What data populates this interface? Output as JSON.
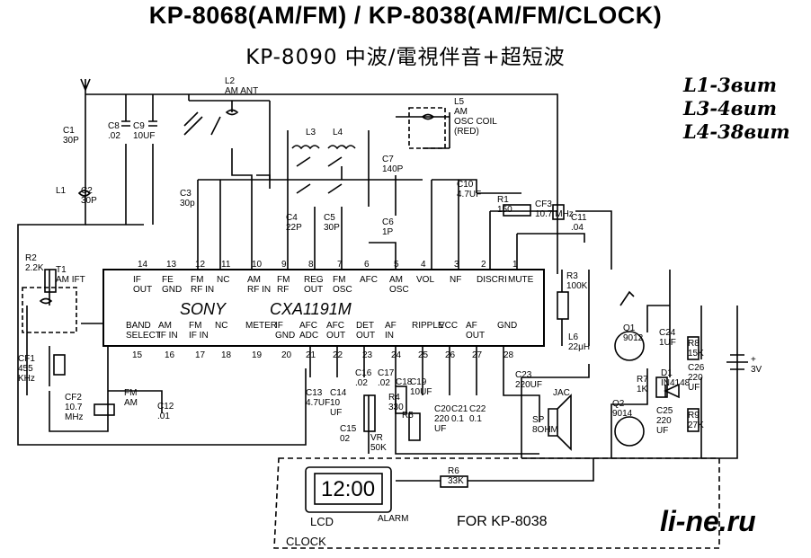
{
  "title_line1": "KP-8068(AM/FM) / KP-8038(AM/FM/CLOCK)",
  "title_line2": "KP-8090  中波/電視伴音+超短波",
  "handwritten_notes": [
    "L1-3вит",
    "L3-4вит",
    "L4-38вит"
  ],
  "watermark": "li-ne.ru",
  "ic": {
    "maker": "SONY",
    "part": "CXA1191M"
  },
  "ic_top_pins": [
    {
      "num": "14",
      "label": [
        "IF",
        "OUT"
      ]
    },
    {
      "num": "13",
      "label": [
        "FE",
        "GND"
      ]
    },
    {
      "num": "12",
      "label": [
        "FM",
        "RF IN"
      ]
    },
    {
      "num": "11",
      "label": [
        "NC"
      ]
    },
    {
      "num": "10",
      "label": [
        "AM",
        "RF IN"
      ]
    },
    {
      "num": "9",
      "label": [
        "FM",
        "RF"
      ]
    },
    {
      "num": "8",
      "label": [
        "REG",
        "OUT"
      ]
    },
    {
      "num": "7",
      "label": [
        "FM",
        "OSC"
      ]
    },
    {
      "num": "6",
      "label": [
        "AFC"
      ]
    },
    {
      "num": "5",
      "label": [
        "AM",
        "OSC"
      ]
    },
    {
      "num": "4",
      "label": [
        "VOL"
      ]
    },
    {
      "num": "3",
      "label": [
        "NF"
      ]
    },
    {
      "num": "2",
      "label": [
        "DISCRI"
      ]
    },
    {
      "num": "1",
      "label": [
        "MUTE"
      ]
    }
  ],
  "ic_bottom_pins": [
    {
      "num": "15",
      "label": [
        "BAND",
        "SELECT"
      ]
    },
    {
      "num": "16",
      "label": [
        "AM",
        "IF IN"
      ]
    },
    {
      "num": "17",
      "label": [
        "FM",
        "IF IN"
      ]
    },
    {
      "num": "18",
      "label": [
        "NC"
      ]
    },
    {
      "num": "19",
      "label": [
        "METER"
      ]
    },
    {
      "num": "20",
      "label": [
        "IF",
        "GND"
      ]
    },
    {
      "num": "21",
      "label": [
        "AFC",
        "ADC"
      ]
    },
    {
      "num": "22",
      "label": [
        "AFC",
        "OUT"
      ]
    },
    {
      "num": "23",
      "label": [
        "DET",
        "OUT"
      ]
    },
    {
      "num": "24",
      "label": [
        "AF",
        "IN"
      ]
    },
    {
      "num": "25",
      "label": [
        "RIPPLE"
      ]
    },
    {
      "num": "26",
      "label": [
        "VCC"
      ]
    },
    {
      "num": "27",
      "label": [
        "AF",
        "OUT"
      ]
    },
    {
      "num": "28",
      "label": [
        "GND"
      ]
    }
  ],
  "component_labels": [
    {
      "id": "c1",
      "lines": [
        "C1",
        "30P"
      ]
    },
    {
      "id": "c8",
      "lines": [
        "C8",
        ".02"
      ]
    },
    {
      "id": "c9",
      "lines": [
        "C9",
        "10UF"
      ]
    },
    {
      "id": "l2",
      "lines": [
        "L2",
        "AM ANT"
      ]
    },
    {
      "id": "l3",
      "lines": [
        "L3"
      ]
    },
    {
      "id": "l4",
      "lines": [
        "L4"
      ]
    },
    {
      "id": "l5",
      "lines": [
        "L5",
        "AM",
        "OSC COIL",
        "(RED)"
      ]
    },
    {
      "id": "c7",
      "lines": [
        "C7",
        "140P"
      ]
    },
    {
      "id": "l1",
      "lines": [
        "L1"
      ]
    },
    {
      "id": "c2",
      "lines": [
        "C2",
        "30P"
      ]
    },
    {
      "id": "c3",
      "lines": [
        "C3",
        "30p"
      ]
    },
    {
      "id": "c4",
      "lines": [
        "C4",
        "22P"
      ]
    },
    {
      "id": "c5",
      "lines": [
        "C5",
        "30P"
      ]
    },
    {
      "id": "c6",
      "lines": [
        "C6",
        "1P"
      ]
    },
    {
      "id": "c10",
      "lines": [
        "C10",
        "4.7UF"
      ]
    },
    {
      "id": "r1",
      "lines": [
        "R1",
        "150"
      ]
    },
    {
      "id": "cf3",
      "lines": [
        "CF3",
        "10.7 MHz"
      ]
    },
    {
      "id": "c11",
      "lines": [
        "C11",
        ".04"
      ]
    },
    {
      "id": "r2",
      "lines": [
        "R2",
        "2.2K"
      ]
    },
    {
      "id": "t1",
      "lines": [
        "T1",
        "AM IFT"
      ]
    },
    {
      "id": "cf1",
      "lines": [
        "CF1",
        "455",
        "KHz"
      ]
    },
    {
      "id": "cf2",
      "lines": [
        "CF2",
        "10.7",
        "MHz"
      ]
    },
    {
      "id": "sw",
      "lines": [
        "FM",
        "AM"
      ]
    },
    {
      "id": "c12",
      "lines": [
        "C12",
        ".01"
      ]
    },
    {
      "id": "r3",
      "lines": [
        "R3",
        "100K"
      ]
    },
    {
      "id": "l6",
      "lines": [
        "L6",
        "22μH"
      ]
    },
    {
      "id": "q1",
      "lines": [
        "Q1",
        "9012"
      ]
    },
    {
      "id": "c24",
      "lines": [
        "C24",
        "1UF"
      ]
    },
    {
      "id": "r8",
      "lines": [
        "R8",
        "15K"
      ]
    },
    {
      "id": "c26",
      "lines": [
        "C26",
        "220",
        "UF"
      ]
    },
    {
      "id": "batt",
      "lines": [
        "+",
        "3V"
      ]
    },
    {
      "id": "d1",
      "lines": [
        "D1",
        "IN4148"
      ]
    },
    {
      "id": "r7",
      "lines": [
        "R7",
        "1K"
      ]
    },
    {
      "id": "q2",
      "lines": [
        "Q2",
        "9014"
      ]
    },
    {
      "id": "c25",
      "lines": [
        "C25",
        "220",
        "UF"
      ]
    },
    {
      "id": "r9",
      "lines": [
        "R9",
        "27K"
      ]
    },
    {
      "id": "c13",
      "lines": [
        "C13",
        "4.7UF"
      ]
    },
    {
      "id": "c14",
      "lines": [
        "C14",
        "10",
        "UF"
      ]
    },
    {
      "id": "c15",
      "lines": [
        "C15",
        "02"
      ]
    },
    {
      "id": "c16",
      "lines": [
        "C16",
        ".02"
      ]
    },
    {
      "id": "c17",
      "lines": [
        "C17",
        ".02"
      ]
    },
    {
      "id": "c18",
      "lines": [
        "C18"
      ]
    },
    {
      "id": "c19",
      "lines": [
        "C19",
        "10UF"
      ]
    },
    {
      "id": "r4",
      "lines": [
        "R4",
        "330"
      ]
    },
    {
      "id": "vr",
      "lines": [
        "VR",
        "50K"
      ]
    },
    {
      "id": "r5",
      "lines": [
        "R5"
      ]
    },
    {
      "id": "c20",
      "lines": [
        "C20",
        "220",
        "UF"
      ]
    },
    {
      "id": "c21",
      "lines": [
        "C21",
        "0.1"
      ]
    },
    {
      "id": "c22",
      "lines": [
        "C22",
        "0.1"
      ]
    },
    {
      "id": "c23",
      "lines": [
        "C23",
        "220UF"
      ]
    },
    {
      "id": "jack",
      "lines": [
        "JAC"
      ]
    },
    {
      "id": "sp",
      "lines": [
        "SP",
        "8OHM"
      ]
    },
    {
      "id": "r6",
      "lines": [
        "R6",
        "33K"
      ]
    },
    {
      "id": "lcd",
      "lines": [
        "LCD"
      ]
    },
    {
      "id": "alarm",
      "lines": [
        "ALARM"
      ]
    },
    {
      "id": "clock",
      "lines": [
        "CLOCK"
      ]
    },
    {
      "id": "kp8038",
      "lines": [
        "FOR KP-8038"
      ]
    }
  ],
  "lcd_time": "12:00"
}
